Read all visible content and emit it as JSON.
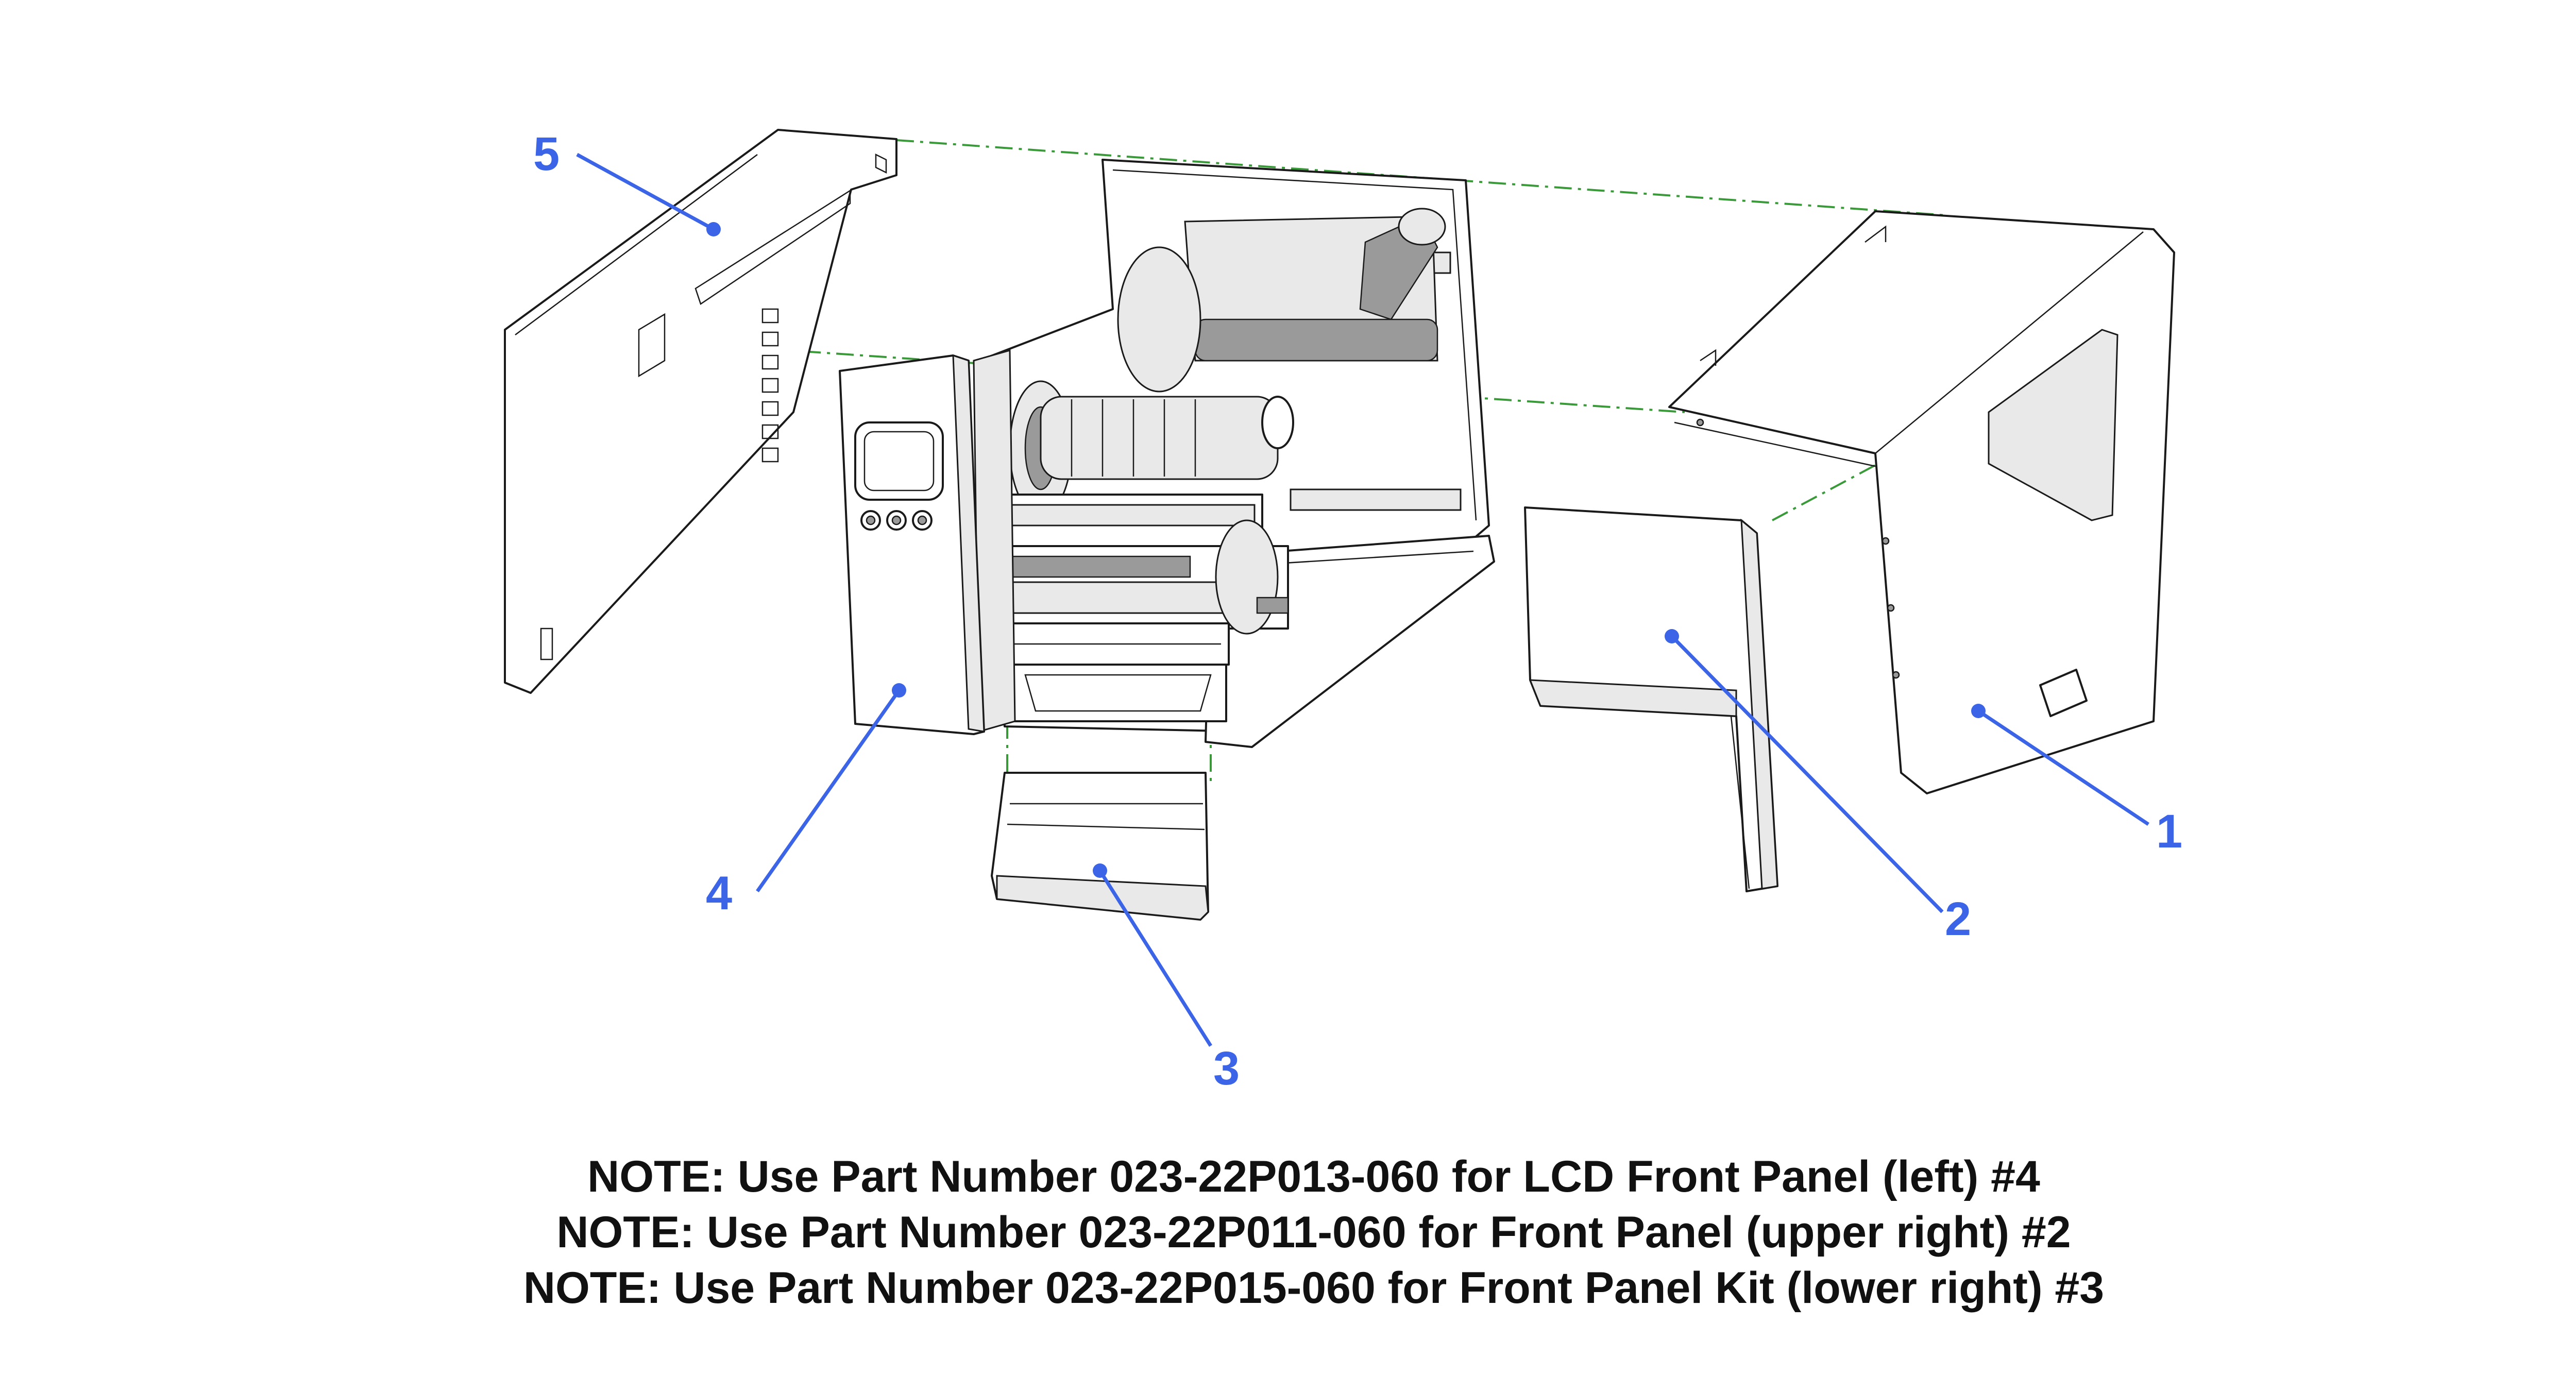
{
  "diagram": {
    "callouts": [
      "1",
      "2",
      "3",
      "4",
      "5"
    ],
    "notes": [
      "NOTE:  Use Part Number 023-22P013-060 for LCD Front Panel (left) #4",
      "NOTE:  Use Part Number 023-22P011-060 for Front Panel (upper right) #2",
      "NOTE:  Use Part Number 023-22P015-060 for Front Panel Kit (lower right) #3"
    ],
    "colors": {
      "callout": "#3b64e6",
      "guide_line": "#3a9a3a",
      "line_art": "#1a1a1a",
      "note_text": "#111111"
    }
  }
}
